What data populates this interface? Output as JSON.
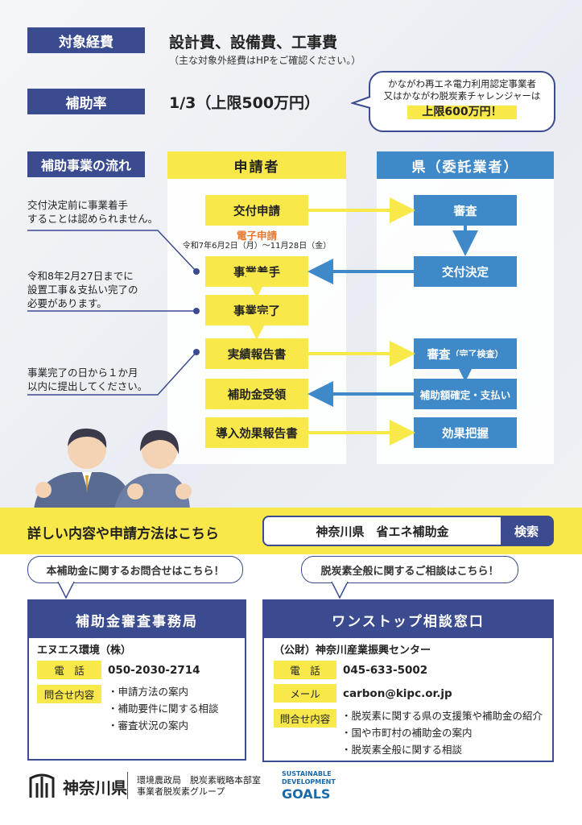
{
  "expenses": {
    "label": "対象経費",
    "main": "設計費、設備費、工事費",
    "sub": "（主な対象外経費はHPをご確認ください。）"
  },
  "rate": {
    "label": "補助率",
    "main": "1/3（上限500万円）",
    "bubble_line1": "かながわ再エネ電力利用認定事業者",
    "bubble_line2": "又はかながわ脱炭素チャレンジャーは",
    "bubble_highlight": "上限600万円！"
  },
  "flow": {
    "label": "補助事業の流れ",
    "applicant_header": "申請者",
    "pref_header": "県（委託業者）",
    "applicant_steps": [
      "交付申請",
      "事業着手",
      "事業完了",
      "実績報告書",
      "補助金受領",
      "導入効果報告書"
    ],
    "pref_steps": [
      "審査",
      "交付決定",
      "審査",
      "補助額確定・支払い",
      "効果把握"
    ],
    "pref_step3_suffix": "（完了検査）",
    "e_application": "電子申請",
    "period": "令和7年6月2日（月）〜11月28日（金）",
    "notes": [
      [
        "交付決定前に事業着手",
        "することは認められません。"
      ],
      [
        "令和8年2月27日までに",
        "設置工事＆支払い完了の",
        "必要があります。"
      ],
      [
        "事業完了の日から１か月",
        "以内に提出してください。"
      ]
    ]
  },
  "search": {
    "lead": "詳しい内容や申請方法はこちら",
    "query": "神奈川県　省エネ補助金",
    "button": "検索"
  },
  "callouts": {
    "left": "本補助金に関するお問合せはこちら！",
    "right": "脱炭素全般に関するご相談はこちら！"
  },
  "office_left": {
    "title": "補助金審査事務局",
    "org": "エヌエス環境（株）",
    "phone_label": "電　話",
    "phone": "050-2030-2714",
    "inquiry_label": "問合せ内容",
    "items": [
      "・申請方法の案内",
      "・補助要件に関する相談",
      "・審査状況の案内"
    ]
  },
  "office_right": {
    "title": "ワンストップ相談窓口",
    "org": "（公財）神奈川産業振興センター",
    "phone_label": "電　話",
    "phone": "045-633-5002",
    "mail_label": "メール",
    "mail": "carbon@kipc.or.jp",
    "inquiry_label": "問合せ内容",
    "items": [
      "・脱炭素に関する県の支援策や補助金の紹介",
      "・国や市町村の補助金の案内",
      "・脱炭素全般に関する相談"
    ]
  },
  "footer": {
    "pref_name": "神奈川県",
    "dept_line1": "環境農政局　脱炭素戦略本部室",
    "dept_line2": "事業者脱炭素グループ",
    "sdgs_line1": "SUSTAINABLE",
    "sdgs_line2": "DEVELOPMENT",
    "sdgs_goals": "GOALS"
  },
  "colors": {
    "navy": "#3a4b8f",
    "yellow": "#f8e84a",
    "blue": "#3f89c9",
    "orange": "#e8772e"
  }
}
